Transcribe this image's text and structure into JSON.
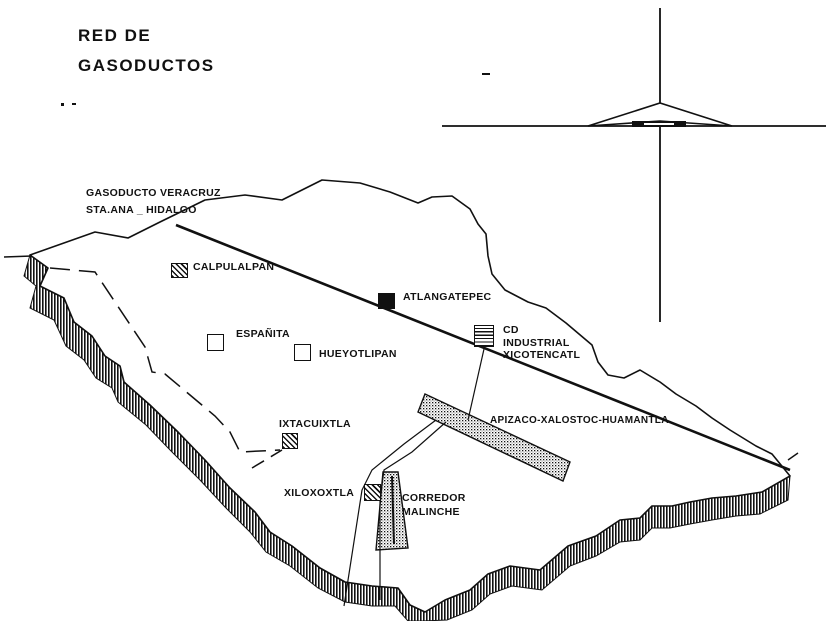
{
  "map": {
    "title_line1": "RED DE",
    "title_line2": "GASODUCTOS",
    "pipeline_label_line1": "GASODUCTO VERACRUZ",
    "pipeline_label_line2": "STA.ANA _ HIDALGO",
    "places": {
      "calpulalpan": "CALPULALPAN",
      "atlangatepec": "ATLANGATEPEC",
      "espanita": "ESPAÑITA",
      "hueyotlipan": "HUEYOTLIPAN",
      "cd_industrial": [
        "CD",
        "INDUSTRIAL",
        "XICOTENCATL"
      ],
      "ixtacuixtla": "IXTACUIXTLA",
      "xiloxoxtla": "XILOXOXTLA",
      "corredor_malinche": [
        "CORREDOR",
        "MALINCHE"
      ],
      "corridor_apizaco": "APIZACO-XALOSTOC-HUAMANTLA"
    },
    "marker_styles": {
      "calpulalpan": "hatched",
      "atlangatepec": "solid",
      "espanita": "open",
      "hueyotlipan": "open",
      "cd_industrial": "horizontal-lines",
      "ixtacuixtla": "hatched",
      "xiloxoxtla": "hatched"
    },
    "colors": {
      "ink": "#111111",
      "paper": "#ffffff"
    }
  }
}
